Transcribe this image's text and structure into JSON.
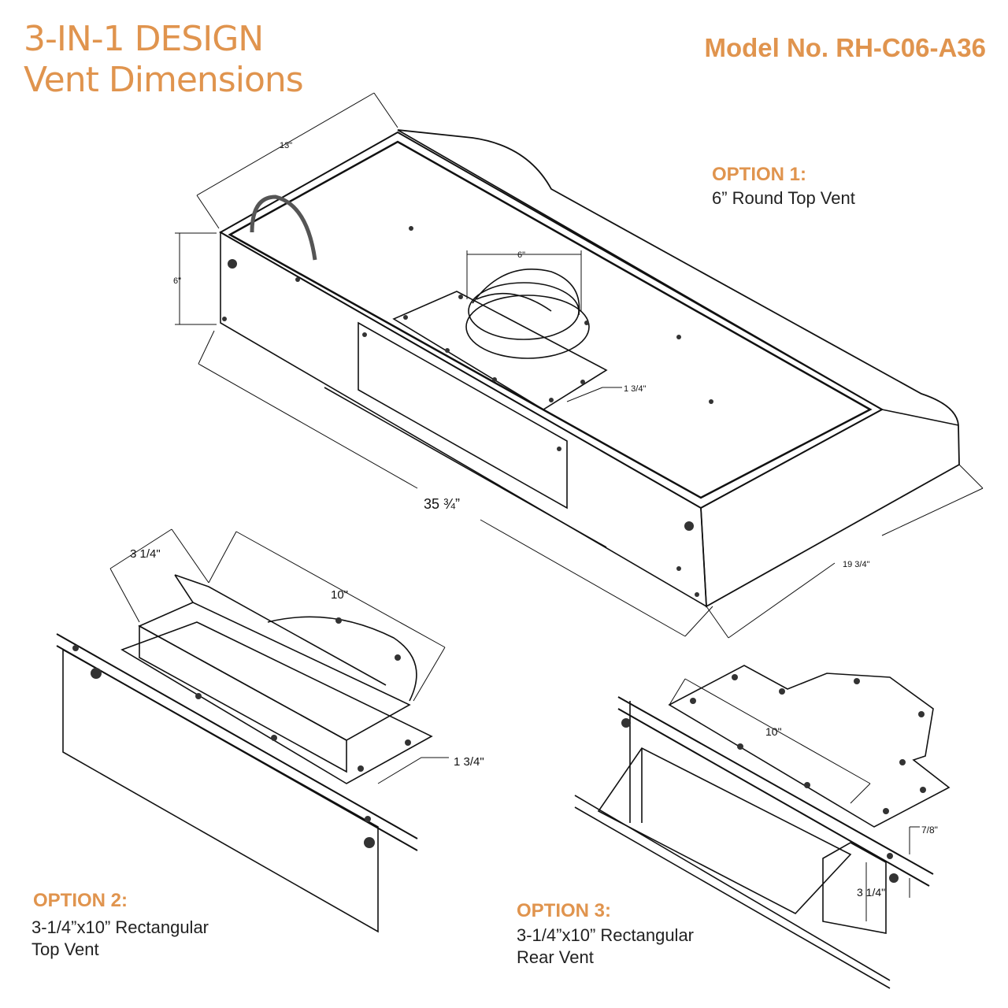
{
  "header": {
    "title_line1": "3-IN-1 DESIGN",
    "title_line2": "Vent Dimensions",
    "model": "Model No. RH-C06-A36"
  },
  "options": [
    {
      "heading": "OPTION 1:",
      "desc_line1": "6” Round Top Vent"
    },
    {
      "heading": "OPTION 2:",
      "desc_line1": "3-1/4”x10” Rectangular",
      "desc_line2": "Top Vent"
    },
    {
      "heading": "OPTION 3:",
      "desc_line1": "3-1/4”x10” Rectangular",
      "desc_line2": "Rear Vent"
    }
  ],
  "dimensions": {
    "depth": "13\"",
    "height": "6\"",
    "round_vent": "6\"",
    "round_offset": "1 3/4\"",
    "width": "35 ¾”",
    "side_depth": "19 3/4\"",
    "opt2_height": "3 1/4\"",
    "opt2_length": "10\"",
    "opt2_offset": "1 3/4\"",
    "opt3_length": "10\"",
    "opt3_offset": "7/8\"",
    "opt3_height": "3 1/4\""
  },
  "colors": {
    "accent": "#e0944e"
  }
}
